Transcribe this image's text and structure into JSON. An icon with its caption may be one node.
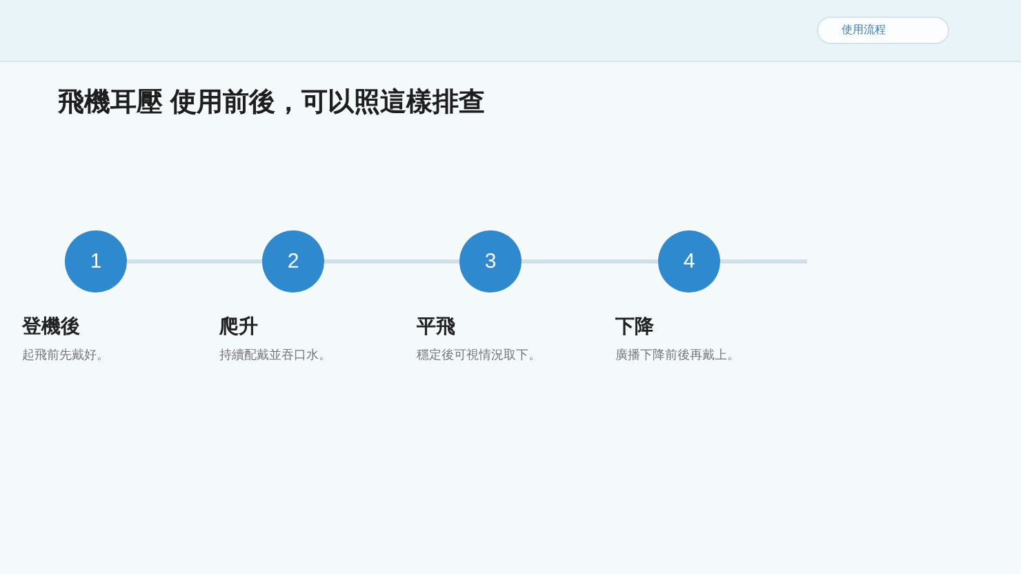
{
  "diagram": {
    "title": "飛機耳壓 使用前後，可以照這樣排查",
    "nodes": [
      {
        "text": [
          "1"
        ],
        "beside": [
          "登機後",
          "起飛前先戴好。"
        ]
      },
      {
        "text": [
          "2"
        ],
        "beside": [
          "爬升",
          "持續配戴並吞口水。"
        ]
      },
      {
        "text": [
          "3"
        ],
        "beside": [
          "平飛",
          "穩定後可視情況取下。"
        ]
      },
      {
        "text": [
          "4"
        ],
        "beside": [
          "下降",
          "廣播下降前後再戴上。"
        ]
      }
    ],
    "edges": [
      {
        "from": 0,
        "to": 1,
        "arrow": "none"
      },
      {
        "from": 1,
        "to": 2,
        "arrow": "none"
      },
      {
        "from": 2,
        "to": 3,
        "arrow": "none"
      },
      {
        "from": 3,
        "to": null,
        "arrow": "none"
      }
    ],
    "labels": [
      "使用流程"
    ]
  }
}
